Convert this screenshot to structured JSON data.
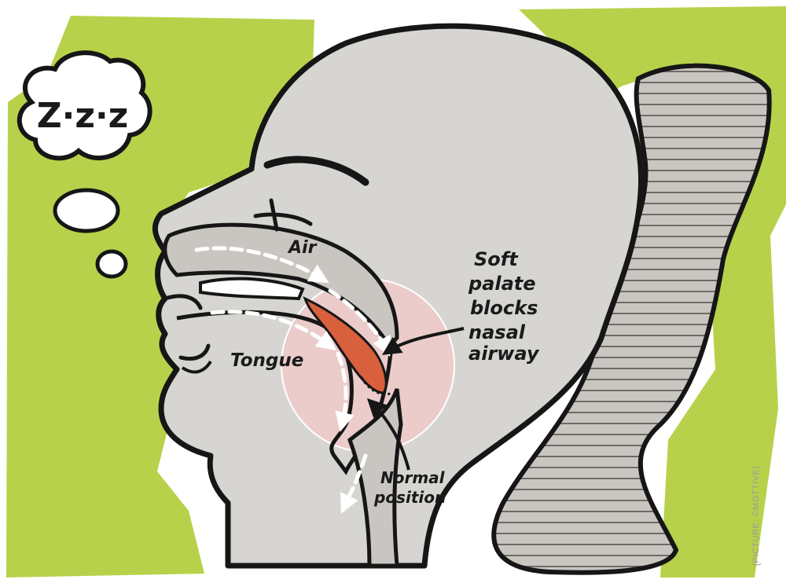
{
  "colors": {
    "background_green": "#b7d24a",
    "head_gray": "#d7d5d2",
    "outline": "#161616",
    "soft_palate": "#d8603c",
    "highlight_circle": "#f1c8c8",
    "pillow_stripes": "#8f8985",
    "pillow_fill": "#c9c6c2",
    "arrow_white": "#ffffff"
  },
  "thought_bubble": {
    "text": "Z·z·z"
  },
  "labels": {
    "air": "Air",
    "tongue": "Tongue",
    "soft_palate": [
      "Soft",
      "palate",
      "blocks",
      "nasal",
      "airway"
    ],
    "normal_position": [
      "Normal",
      "position"
    ]
  },
  "credit": "[PICTURE: ©MOTTIVE]",
  "icons": {
    "thought_bubble": "thought-cloud-icon",
    "pillow": "pillow-icon"
  }
}
